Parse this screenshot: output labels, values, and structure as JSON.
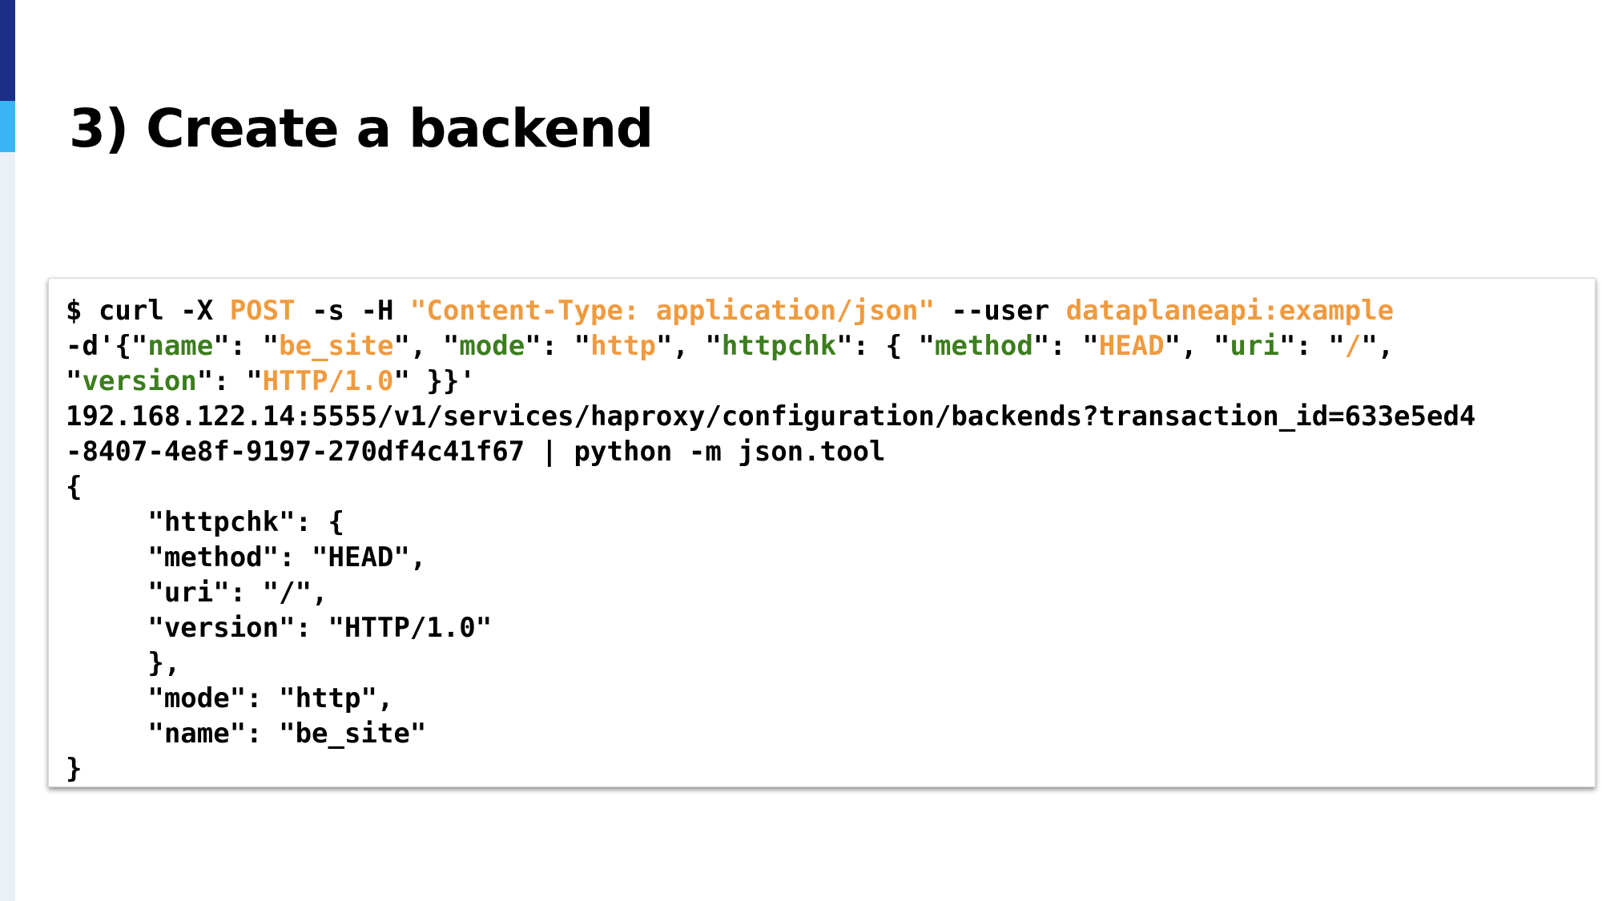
{
  "slide": {
    "title": "3) Create a backend"
  },
  "colors": {
    "accent_dark": "#1b2f87",
    "accent_light": "#3ab4f2",
    "keyword_orange": "#f09a3e",
    "key_green": "#3c7d1e",
    "text": "#000000"
  },
  "code_block": {
    "lines": [
      [
        {
          "text": "$ curl -X ",
          "color": "black"
        },
        {
          "text": "POST",
          "color": "orange"
        },
        {
          "text": " -s -H ",
          "color": "black"
        },
        {
          "text": "\"Content-Type: application/json\"",
          "color": "orange"
        },
        {
          "text": " --user ",
          "color": "black"
        },
        {
          "text": "dataplaneapi:example",
          "color": "orange"
        }
      ],
      [
        {
          "text": "-d'{\"",
          "color": "black"
        },
        {
          "text": "name",
          "color": "green"
        },
        {
          "text": "\": \"",
          "color": "black"
        },
        {
          "text": "be_site",
          "color": "orange"
        },
        {
          "text": "\", \"",
          "color": "black"
        },
        {
          "text": "mode",
          "color": "green"
        },
        {
          "text": "\": \"",
          "color": "black"
        },
        {
          "text": "http",
          "color": "orange"
        },
        {
          "text": "\", \"",
          "color": "black"
        },
        {
          "text": "httpchk",
          "color": "green"
        },
        {
          "text": "\": { \"",
          "color": "black"
        },
        {
          "text": "method",
          "color": "green"
        },
        {
          "text": "\": \"",
          "color": "black"
        },
        {
          "text": "HEAD",
          "color": "orange"
        },
        {
          "text": "\", \"",
          "color": "black"
        },
        {
          "text": "uri",
          "color": "green"
        },
        {
          "text": "\": \"",
          "color": "black"
        },
        {
          "text": "/",
          "color": "orange"
        },
        {
          "text": "\",",
          "color": "black"
        }
      ],
      [
        {
          "text": "\"",
          "color": "black"
        },
        {
          "text": "version",
          "color": "green"
        },
        {
          "text": "\": \"",
          "color": "black"
        },
        {
          "text": "HTTP/1.0",
          "color": "orange"
        },
        {
          "text": "\" }}'",
          "color": "black"
        }
      ],
      [
        {
          "text": "192.168.122.14:5555/v1/services/haproxy/configuration/backends?transaction_id=633e5ed4",
          "color": "black"
        }
      ],
      [
        {
          "text": "-8407-4e8f-9197-270df4c41f67 | python -m json.tool",
          "color": "black"
        }
      ],
      [
        {
          "text": "{",
          "color": "black"
        }
      ],
      [
        {
          "text": "     \"httpchk\": {",
          "color": "black"
        }
      ],
      [
        {
          "text": "     \"method\": \"HEAD\",",
          "color": "black"
        }
      ],
      [
        {
          "text": "     \"uri\": \"/\",",
          "color": "black"
        }
      ],
      [
        {
          "text": "     \"version\": \"HTTP/1.0\"",
          "color": "black"
        }
      ],
      [
        {
          "text": "     },",
          "color": "black"
        }
      ],
      [
        {
          "text": "     \"mode\": \"http\",",
          "color": "black"
        }
      ],
      [
        {
          "text": "     \"name\": \"be_site\"",
          "color": "black"
        }
      ],
      [
        {
          "text": "}",
          "color": "black"
        }
      ]
    ]
  }
}
